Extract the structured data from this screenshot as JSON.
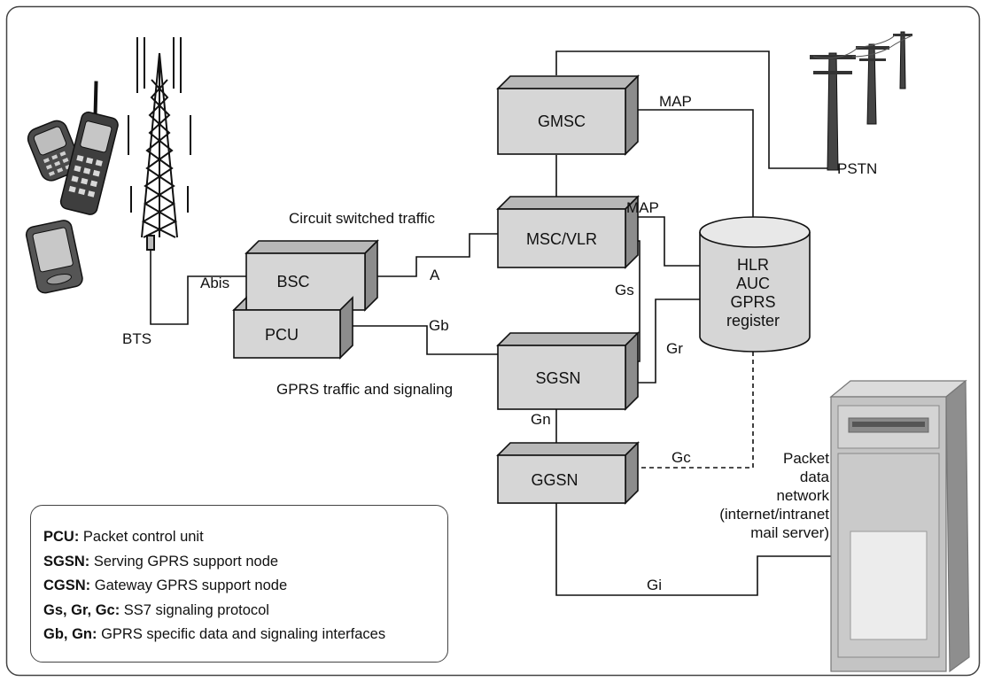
{
  "nodes": {
    "gmsc": "GMSC",
    "msc_vlr": "MSC/VLR",
    "bsc": "BSC",
    "pcu": "PCU",
    "sgsn": "SGSN",
    "ggsn": "GGSN",
    "hlr_lines": [
      "HLR",
      "AUC",
      "GPRS",
      "register"
    ],
    "bts": "BTS",
    "pstn": "PSTN",
    "packet_network_lines": [
      "Packet",
      "data",
      "network",
      "(internet/intranet",
      "mail server)"
    ]
  },
  "interfaces": {
    "map_top": "MAP",
    "map_msc": "MAP",
    "a": "A",
    "abis": "Abis",
    "gb": "Gb",
    "gs": "Gs",
    "gr": "Gr",
    "gn": "Gn",
    "gc": "Gc",
    "gi": "Gi"
  },
  "captions": {
    "circuit": "Circuit switched traffic",
    "gprs": "GPRS traffic and signaling"
  },
  "legend": [
    {
      "key": "PCU:",
      "text": " Packet control unit"
    },
    {
      "key": "SGSN:",
      "text": " Serving GPRS support node"
    },
    {
      "key": "CGSN:",
      "text": " Gateway GPRS support node"
    },
    {
      "key": "Gs, Gr, Gc:",
      "text": " SS7 signaling protocol"
    },
    {
      "key": "Gb, Gn:",
      "text": " GPRS specific data and signaling interfaces"
    }
  ]
}
